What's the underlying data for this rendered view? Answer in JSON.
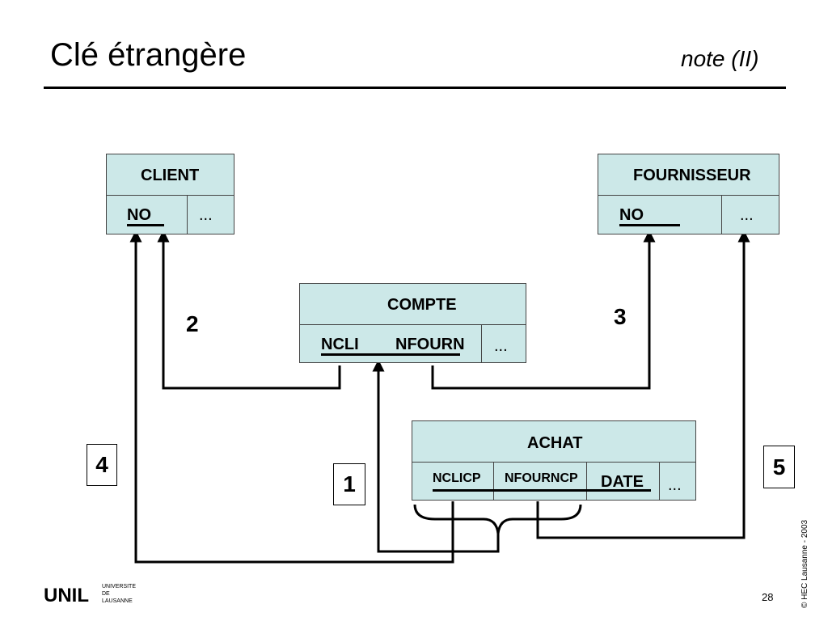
{
  "slide": {
    "title": "Clé étrangère",
    "subtitle": "note (II)",
    "page_number": "28",
    "copyright": "© HEC Lausanne - 2003",
    "logo": {
      "mark": "UNIL",
      "text": [
        "UNIVERSITE",
        "DE",
        "LAUSANNE"
      ]
    }
  },
  "entities": {
    "client": {
      "name": "CLIENT",
      "attrs": [
        "NO",
        "..."
      ]
    },
    "fournisseur": {
      "name": "FOURNISSEUR",
      "attrs": [
        "NO",
        "..."
      ]
    },
    "compte": {
      "name": "COMPTE",
      "attrs": [
        "NCLI",
        "NFOURN",
        "..."
      ]
    },
    "achat": {
      "name": "ACHAT",
      "attrs": [
        "NCLICP",
        "NFOURNCP",
        "DATE",
        "..."
      ]
    }
  },
  "references": [
    "1",
    "2",
    "3",
    "4",
    "5"
  ],
  "colors": {
    "entity_fill": "#cce8e8",
    "line": "#000000"
  }
}
